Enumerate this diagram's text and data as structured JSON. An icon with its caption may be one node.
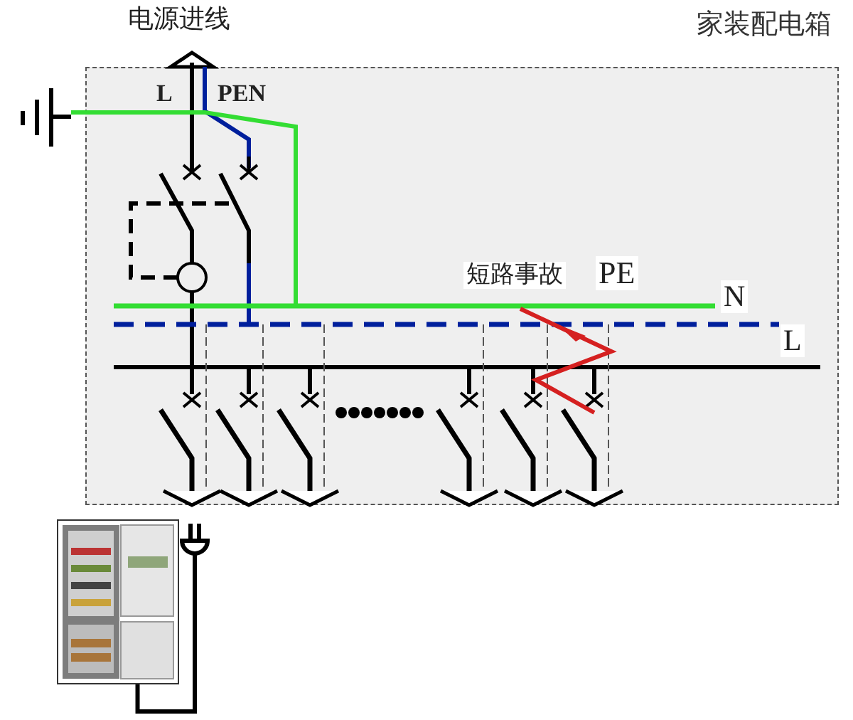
{
  "diagram": {
    "nodes": [
      {
        "text": [
          "家装配电箱"
        ]
      },
      {
        "text": [],
        "shape": "picture"
      },
      {
        "text": [],
        "shape": "plug"
      }
    ],
    "edges": [
      {
        "from": 1,
        "to": 2,
        "arrow": "none"
      }
    ],
    "labels": [
      "电源进线",
      "L",
      "PEN",
      "短路事故",
      "PE",
      "N",
      "L"
    ]
  }
}
